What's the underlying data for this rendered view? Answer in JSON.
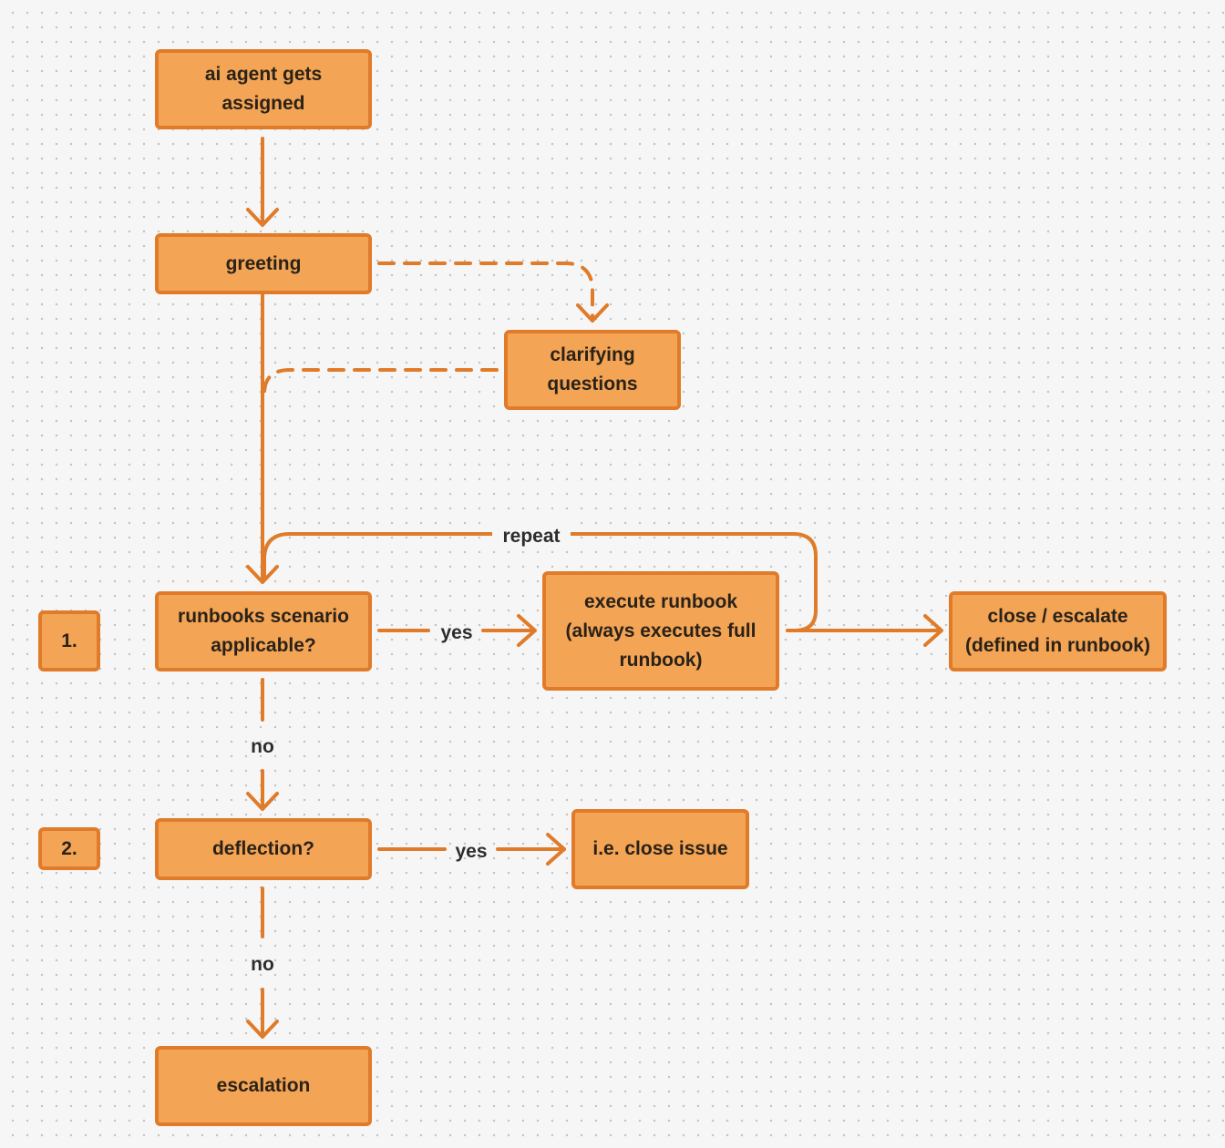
{
  "colors": {
    "canvas": "#f6f6f6",
    "node_fill": "#f3a455",
    "node_border": "#e07b2a",
    "edge": "#e07b2a",
    "text": "#2a2218"
  },
  "nodes": {
    "agent_assigned": "ai agent gets\nassigned",
    "greeting": "greeting",
    "clarifying_questions": "clarifying\nquestions",
    "runbooks_applicable": "runbooks scenario\napplicable?",
    "execute_runbook": "execute runbook\n(always executes full\nrunbook)",
    "close_escalate": "close / escalate\n(defined in runbook)",
    "deflection": "deflection?",
    "close_issue": "i.e. close issue",
    "escalation": "escalation"
  },
  "step_markers": {
    "step_1": "1.",
    "step_2": "2."
  },
  "edge_labels": {
    "repeat": "repeat",
    "runbook_yes": "yes",
    "runbook_no": "no",
    "deflection_yes": "yes",
    "deflection_no": "no"
  },
  "edges": [
    {
      "from": "agent_assigned",
      "to": "greeting",
      "style": "solid"
    },
    {
      "from": "greeting",
      "to": "clarifying_questions",
      "style": "dashed"
    },
    {
      "from": "clarifying_questions",
      "to": "runbooks_applicable",
      "style": "dashed"
    },
    {
      "from": "greeting",
      "to": "runbooks_applicable",
      "style": "solid"
    },
    {
      "from": "runbooks_applicable",
      "to": "execute_runbook",
      "style": "solid",
      "label": "yes"
    },
    {
      "from": "execute_runbook",
      "to": "runbooks_applicable",
      "style": "solid",
      "label": "repeat"
    },
    {
      "from": "execute_runbook",
      "to": "close_escalate",
      "style": "solid"
    },
    {
      "from": "runbooks_applicable",
      "to": "deflection",
      "style": "solid",
      "label": "no"
    },
    {
      "from": "deflection",
      "to": "close_issue",
      "style": "solid",
      "label": "yes"
    },
    {
      "from": "deflection",
      "to": "escalation",
      "style": "solid",
      "label": "no"
    }
  ]
}
